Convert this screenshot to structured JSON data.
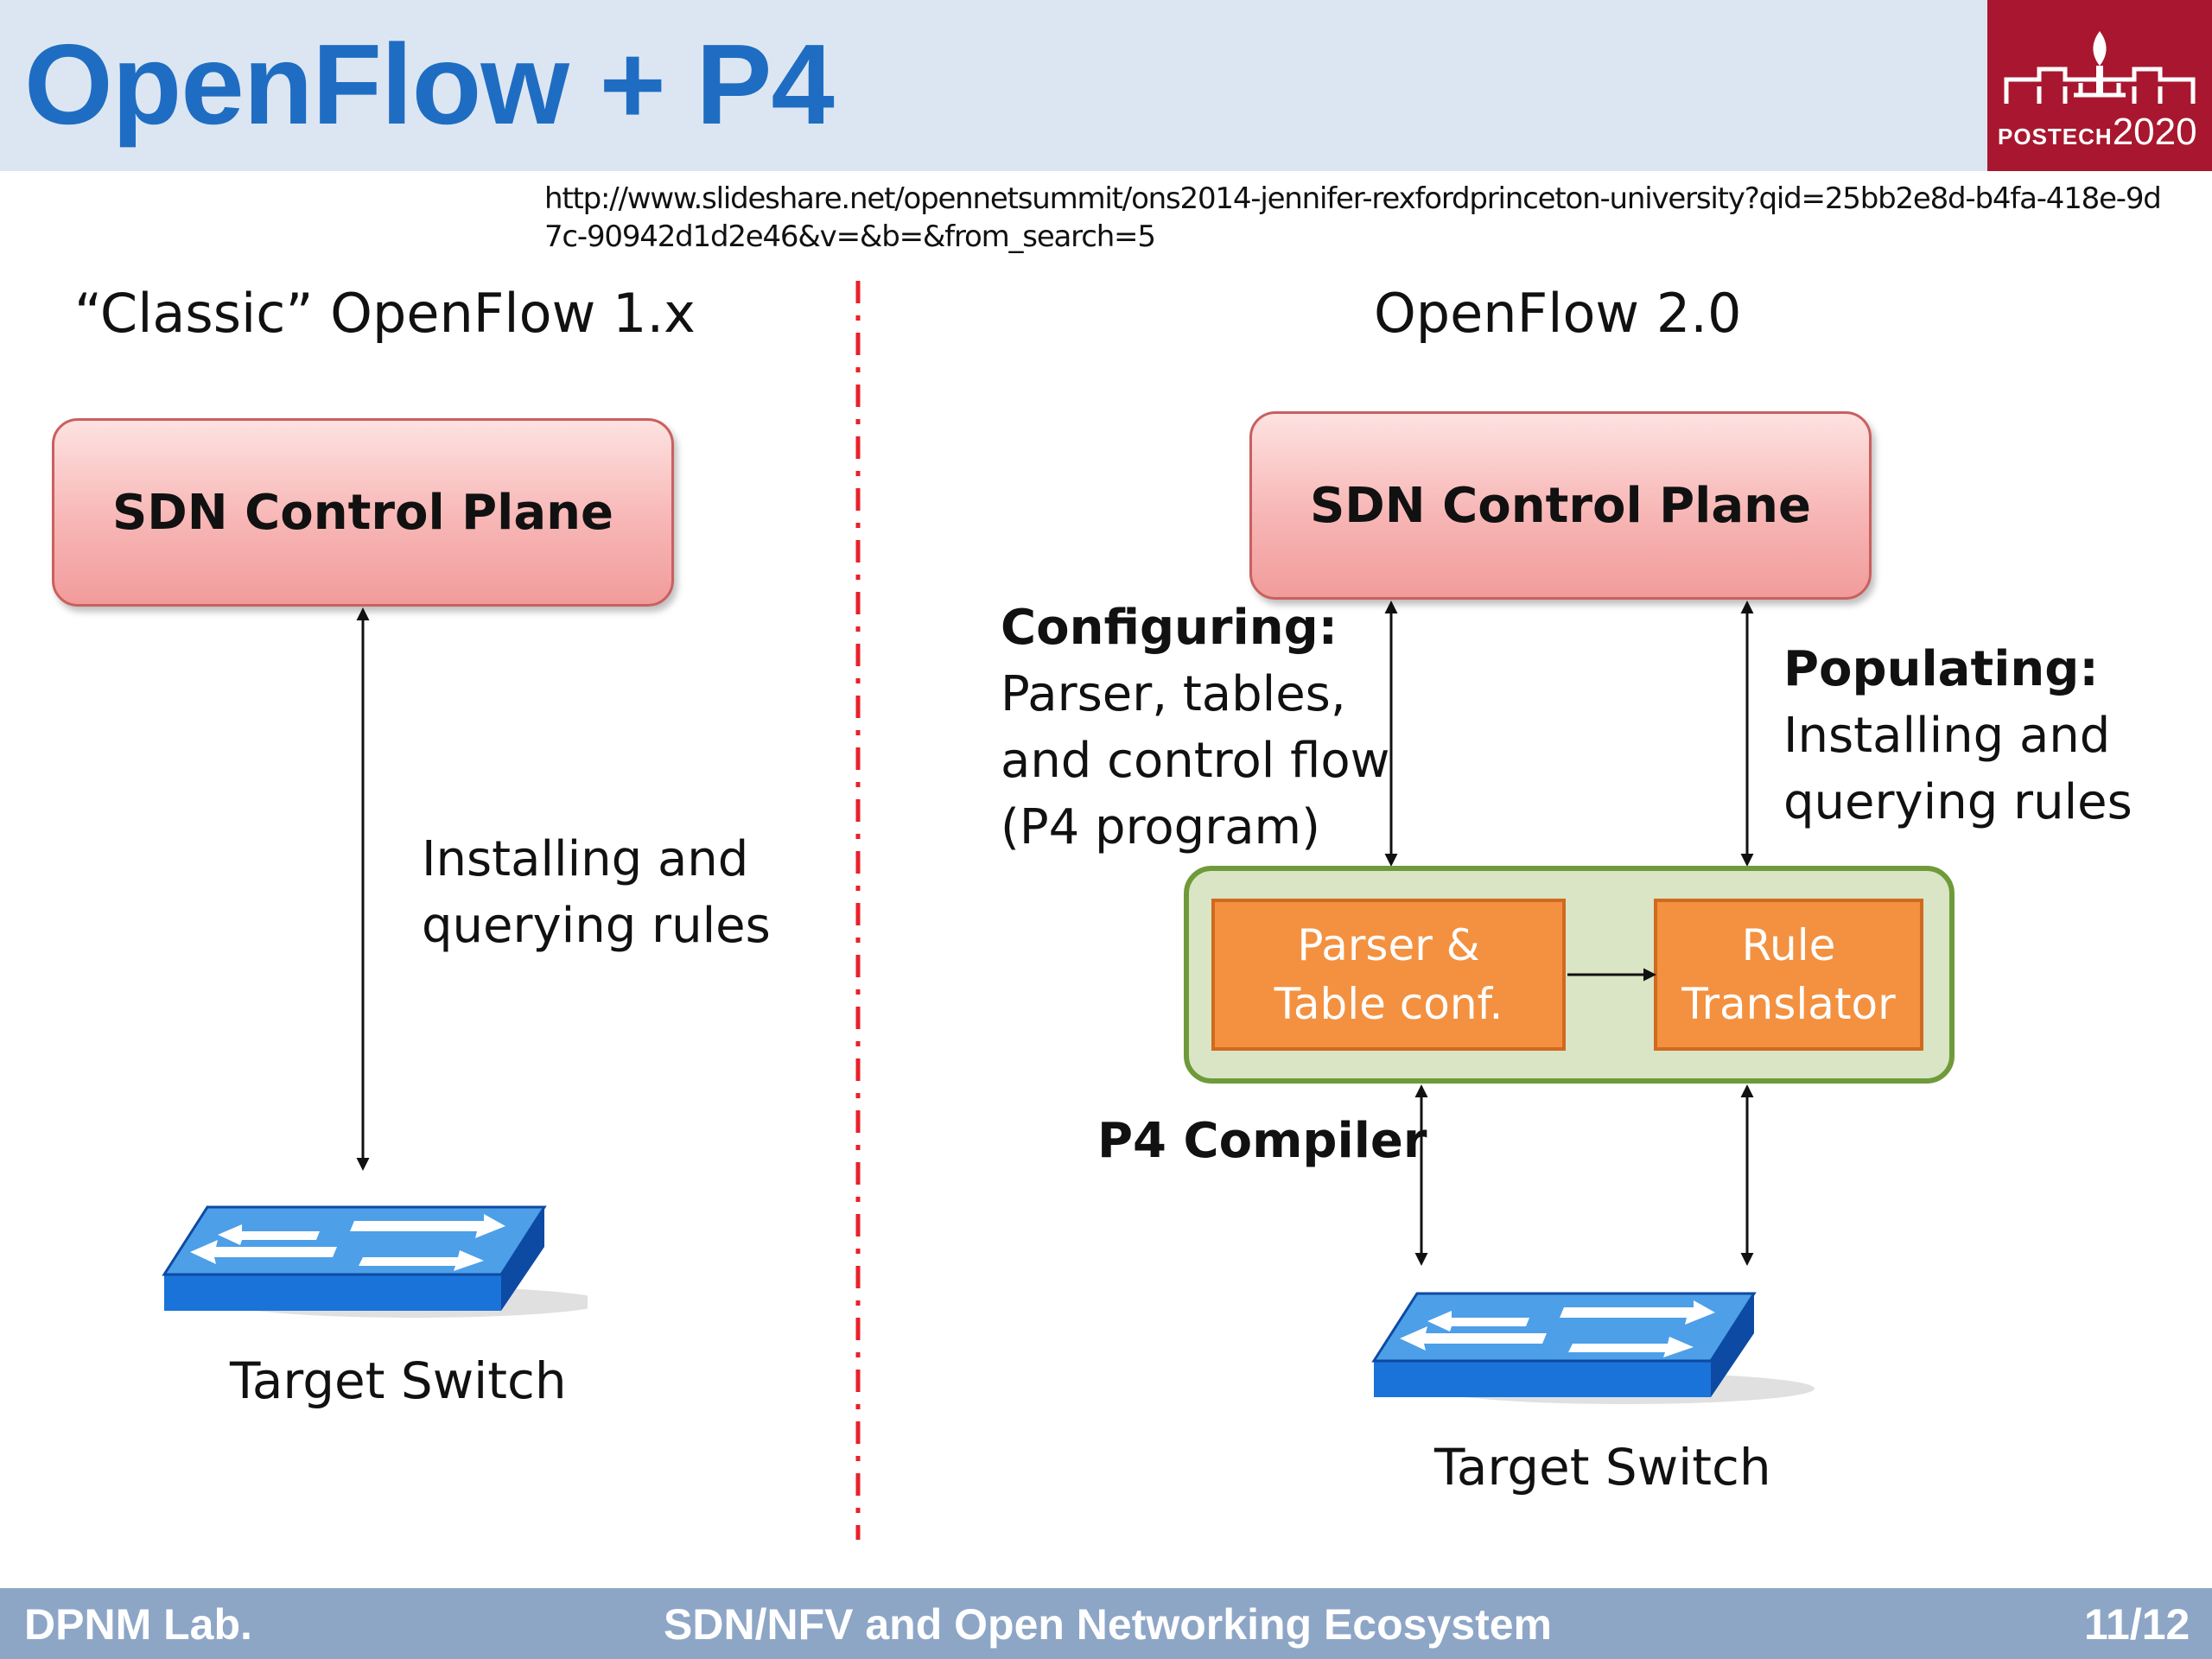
{
  "header": {
    "title": "OpenFlow + P4",
    "logo": {
      "org": "POSTECH",
      "year": "2020"
    }
  },
  "source_url": "http://www.slideshare.net/opennetsummit/ons2014-jennifer-rexfordprinceton-university?qid=25bb2e8d-b4fa-418e-9d7c-90942d1d2e46&v=&b=&from_search=5",
  "left_panel": {
    "heading": "“Classic” OpenFlow 1.x",
    "control_plane": "SDN Control Plane",
    "edge_label_line1": "Installing and",
    "edge_label_line2": "querying rules",
    "switch_label": "Target Switch"
  },
  "right_panel": {
    "heading": "OpenFlow 2.0",
    "control_plane": "SDN Control Plane",
    "configuring": {
      "title": "Configuring:",
      "line1": "Parser, tables,",
      "line2": "and control flow",
      "line3": "(P4 program)"
    },
    "populating": {
      "title": "Populating:",
      "line1": "Installing and",
      "line2": "querying rules"
    },
    "compiler": {
      "label": "P4 Compiler",
      "parser_box_line1": "Parser &",
      "parser_box_line2": "Table conf.",
      "rule_box_line1": "Rule",
      "rule_box_line2": "Translator"
    },
    "switch_label": "Target Switch"
  },
  "footer": {
    "left": "DPNM Lab.",
    "center": "SDN/NFV and Open Networking Ecosystem",
    "page": "11/12"
  },
  "colors": {
    "title": "#1f6dc2",
    "header_bg": "#dce6f2",
    "logo_bg": "#a8172f",
    "footer_bg": "#8da6c6",
    "divider": "#e8202a",
    "sdn_box": "#f7b6b5",
    "compiler_bg": "#d9e5c5",
    "compiler_border": "#6f9a3a",
    "orange_box": "#f39140",
    "switch_top": "#4d9fe8",
    "switch_front": "#1a73d9"
  },
  "icons": [
    "postech-logo-icon",
    "network-switch-icon"
  ]
}
